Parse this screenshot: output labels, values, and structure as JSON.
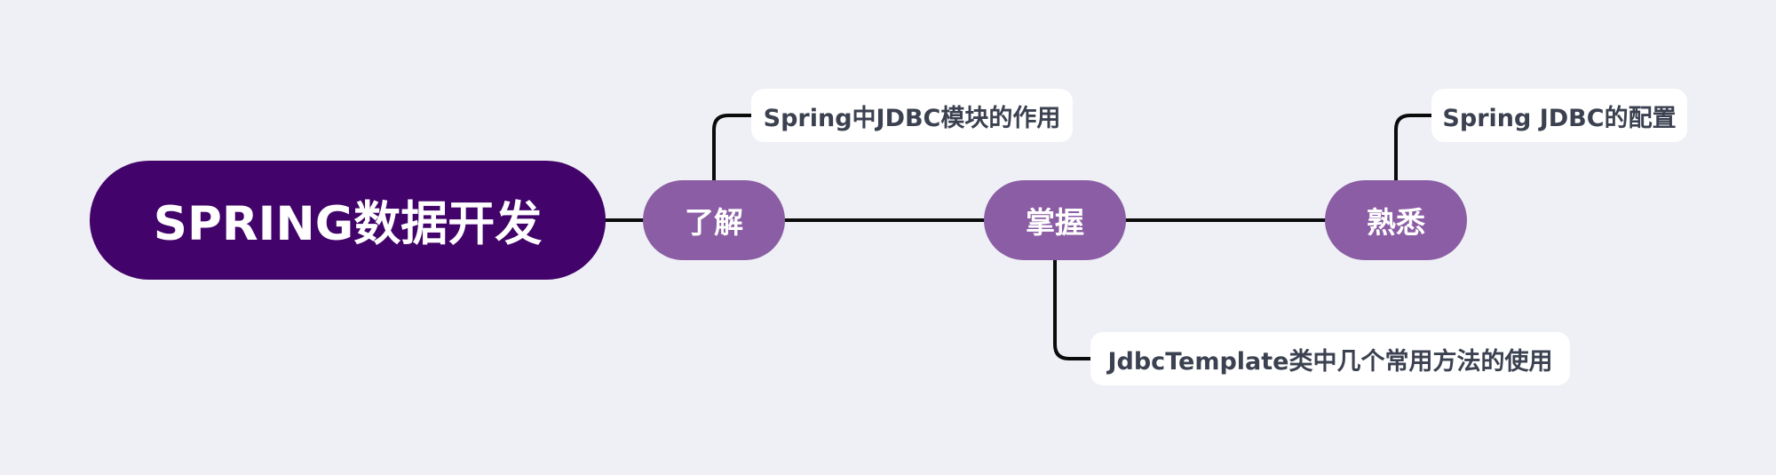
{
  "colors": {
    "background": "#eff0f5",
    "root": "#42036a",
    "level": "#8b5da4",
    "leaf": "#ffffff",
    "connector": "#0b0b0b"
  },
  "root": {
    "label": "SPRING数据开发"
  },
  "levels": [
    {
      "label": "了解",
      "detail": "Spring中JDBC模块的作用"
    },
    {
      "label": "掌握",
      "detail": "JdbcTemplate类中几个常用方法的使用"
    },
    {
      "label": "熟悉",
      "detail": "Spring JDBC的配置"
    }
  ]
}
